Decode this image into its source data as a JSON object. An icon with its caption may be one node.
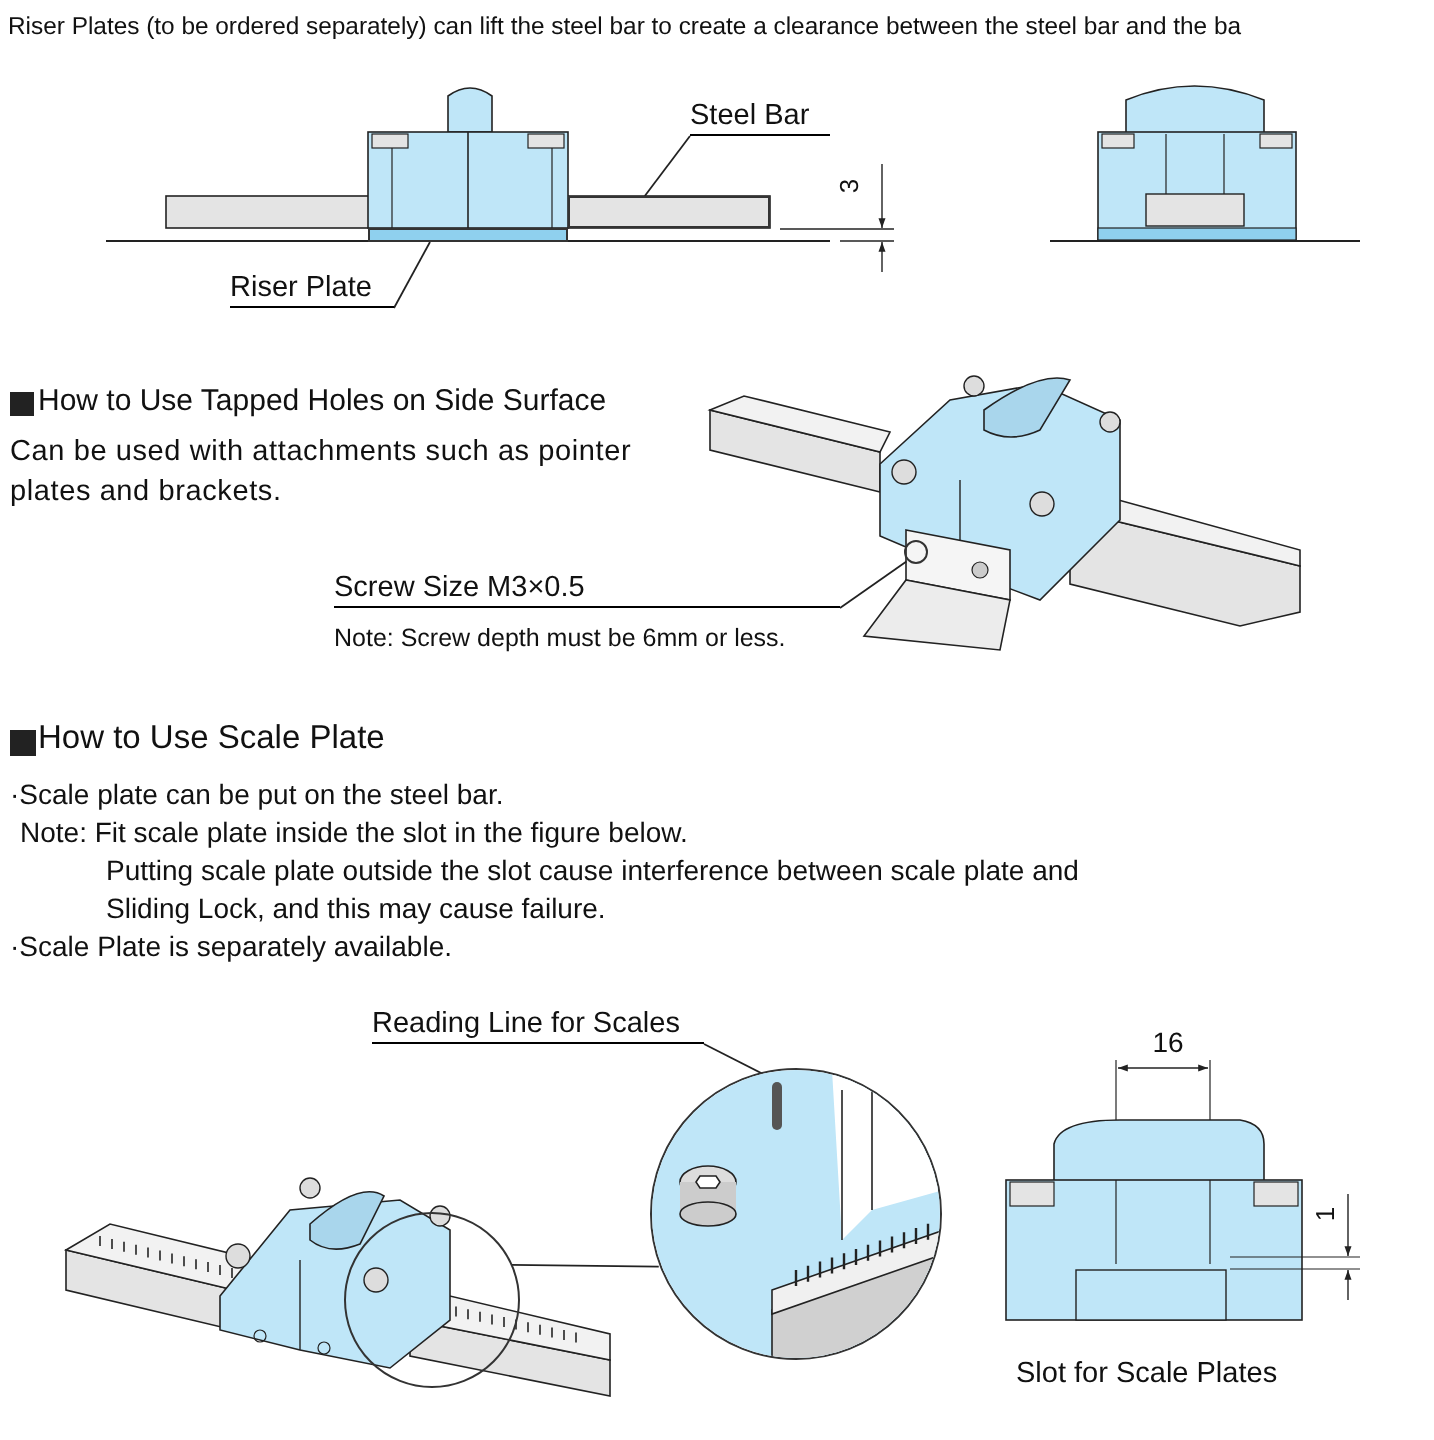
{
  "diagram": {
    "nodes": [
      {
        "text": [
          "Steel Bar"
        ]
      },
      {
        "text": [],
        "shape": "bar"
      },
      {
        "text": [
          "Riser Plate"
        ]
      },
      {
        "text": [],
        "shape": "bar"
      },
      {
        "text": [
          "Screw Size M3×0.5"
        ],
        "beside": [
          "Note: Screw depth must be 6mm or less."
        ]
      },
      {
        "text": [],
        "shape": "circle"
      },
      {
        "text": [
          "Reading Line for Scales"
        ]
      },
      {
        "text": [],
        "shape": "picture"
      },
      {
        "text": [],
        "shape": "bar",
        "in": 7
      },
      {
        "text": [],
        "shape": "circle"
      }
    ],
    "edges": [
      {
        "from": 0,
        "to": 1,
        "arrow": "none"
      },
      {
        "from": 2,
        "to": 3,
        "arrow": "none"
      },
      {
        "from": 4,
        "to": 5,
        "arrow": "none"
      },
      {
        "from": 6,
        "to": 8,
        "arrow": "none"
      },
      {
        "from": 9,
        "to": 7,
        "arrow": "none"
      }
    ],
    "labels": [
      "Riser Plates (to be ordered separately) can lift the steel bar to create a clearance between the steel bar and the ba",
      "3",
      "How to Use Tapped Holes on Side Surface",
      "Can be used with attachments such as pointer plates and brackets.",
      "How to Use Scale Plate",
      "·Scale plate can be put on the steel bar.",
      "Note: Fit scale plate inside the slot in the figure below.",
      "Putting scale plate outside the slot cause interference between scale plate and Sliding Lock, and this may cause failure.",
      "·Scale Plate is separately available.",
      "16",
      "1",
      "Slot for Scale Plates"
    ]
  }
}
